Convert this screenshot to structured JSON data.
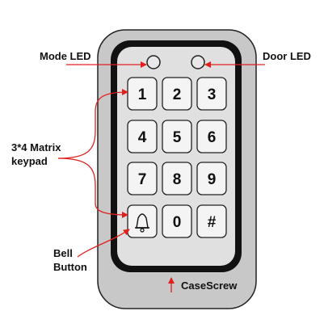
{
  "labels": {
    "mode_led": "Mode LED",
    "door_led": "Door LED",
    "keypad_line1": "3*4 Matrix",
    "keypad_line2": "keypad",
    "bell_line1": "Bell",
    "bell_line2": "Button",
    "case_screw": "CaseScrew"
  },
  "keys": [
    {
      "label": "1"
    },
    {
      "label": "2"
    },
    {
      "label": "3"
    },
    {
      "label": "4"
    },
    {
      "label": "5"
    },
    {
      "label": "6"
    },
    {
      "label": "7"
    },
    {
      "label": "8"
    },
    {
      "label": "9"
    },
    {
      "label": "",
      "icon": "bell-icon"
    },
    {
      "label": "0"
    },
    {
      "label": "#"
    }
  ],
  "colors": {
    "arrow": "#e0201c",
    "outer_case": "#c8c8c8",
    "inner_panel": "#e0e0e0",
    "border": "#111111"
  }
}
